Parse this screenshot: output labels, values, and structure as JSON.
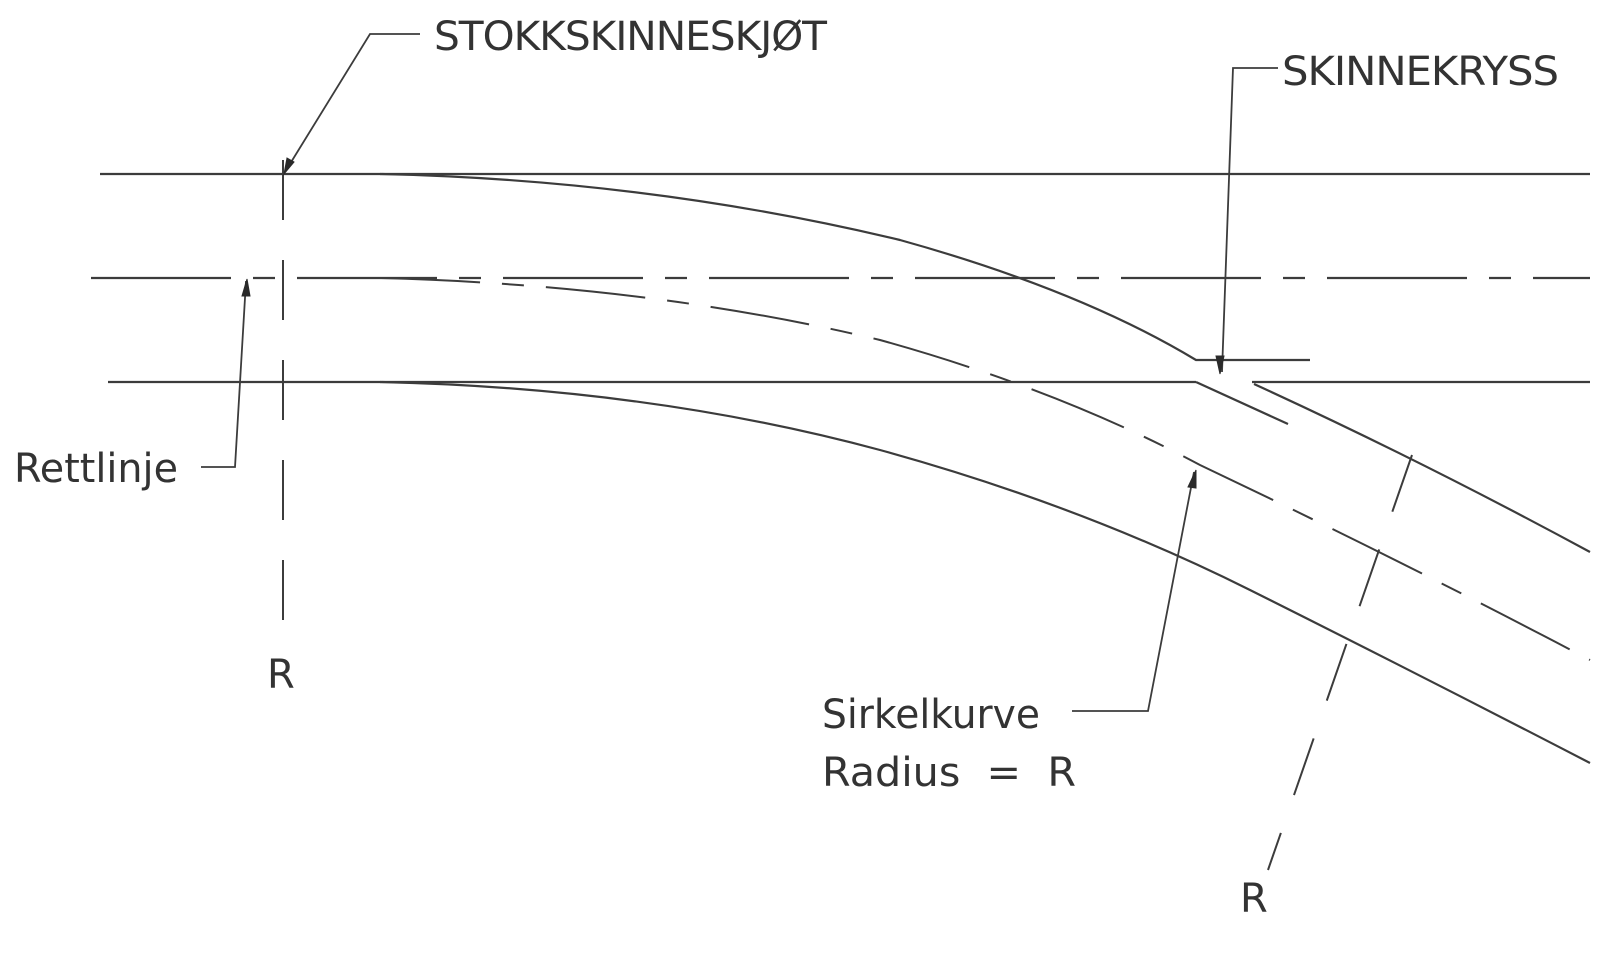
{
  "diagram": {
    "type": "railway-turnout-schematic",
    "labels": {
      "stock_rail_joint": "STOKKSKINNESKJØT",
      "rail_crossing": "SKINNEKRYSS",
      "straight_line": "Rettlinje",
      "circular_curve_line1": "Sirkelkurve",
      "circular_curve_line2": "Radius  =  R",
      "radius_marker_left": "R",
      "radius_marker_right": "R"
    },
    "elements": [
      {
        "id": "straight-track-top-rail",
        "kind": "solid-line",
        "description": "Upper rail of straight track"
      },
      {
        "id": "straight-track-centerline",
        "kind": "dash-dot-line",
        "description": "Centerline of straight track (Rettlinje)"
      },
      {
        "id": "straight-track-bottom-rail",
        "kind": "solid-line",
        "description": "Lower rail of straight track"
      },
      {
        "id": "diverging-top-rail",
        "kind": "solid-curve",
        "description": "Upper rail of diverging track"
      },
      {
        "id": "diverging-centerline",
        "kind": "dashed-curve",
        "description": "Centerline of diverging track (Sirkelkurve)"
      },
      {
        "id": "diverging-bottom-rail",
        "kind": "solid-curve",
        "description": "Lower rail of diverging track"
      },
      {
        "id": "radius-line-left",
        "kind": "dashed-line",
        "description": "Radius line at stock rail joint"
      },
      {
        "id": "radius-line-right",
        "kind": "dashed-line",
        "description": "Radius line at end of curve"
      }
    ],
    "colors": {
      "line": "#3c3c3c",
      "text": "#333333",
      "background": "#ffffff"
    }
  }
}
